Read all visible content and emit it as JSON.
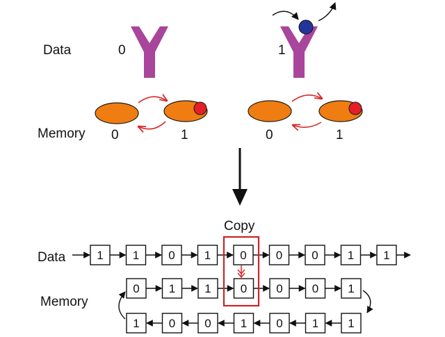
{
  "colors": {
    "ink": "#111111",
    "receptor": "#a9459a",
    "memory": "#ef7d11",
    "memory_outline": "#1a1a1a",
    "marker": "#e42026",
    "ligand": "#23359a",
    "transition": "#d6282b",
    "copy_box": "#c8252b",
    "background": "#ffffff"
  },
  "icons": {
    "receptor": "y-receptor-icon",
    "memory": "memory-disc-icon",
    "marker": "red-marker-dot-icon",
    "ligand": "blue-ligand-icon",
    "down_arrow": "arrow-down-icon"
  },
  "top": {
    "data_label": "Data",
    "memory_label": "Memory",
    "left_panel": {
      "data_value": "0",
      "memory_left_value": "0",
      "memory_right_value": "1"
    },
    "right_panel": {
      "data_value": "1",
      "memory_left_value": "0",
      "memory_right_value": "1"
    }
  },
  "tape": {
    "copy_label": "Copy",
    "data_label": "Data",
    "memory_label": "Memory",
    "data_cells": [
      "1",
      "1",
      "0",
      "1",
      "0",
      "0",
      "0",
      "1",
      "1"
    ],
    "memory_top_cells": [
      "0",
      "1",
      "1",
      "0",
      "0",
      "0",
      "1"
    ],
    "memory_bottom_cells": [
      "1",
      "0",
      "0",
      "1",
      "0",
      "1",
      "1"
    ],
    "copy_index": 4
  }
}
